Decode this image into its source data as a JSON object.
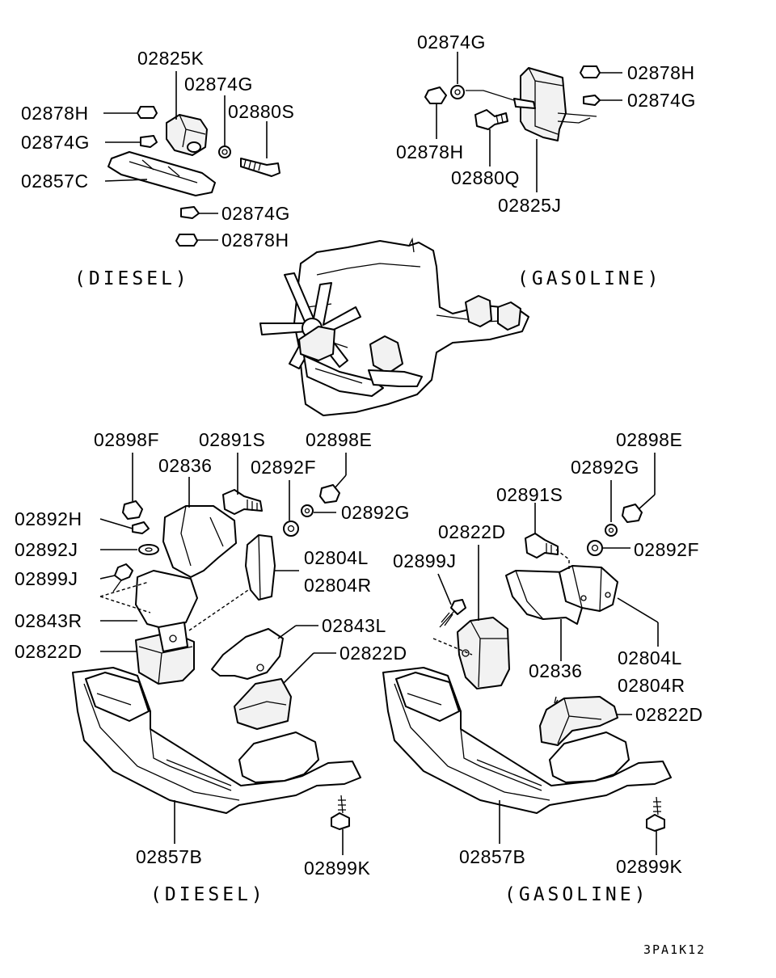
{
  "labels": {
    "d_02825K": "02825K",
    "d_02874G_a": "02874G",
    "d_02878H_a": "02878H",
    "d_02880S": "02880S",
    "d_02874G_b": "02874G",
    "d_02857C": "02857C",
    "d_02874G_c": "02874G",
    "d_02878H_b": "02878H",
    "g_02874G_a": "02874G",
    "g_02878H_a": "02878H",
    "g_02874G_b": "02874G",
    "g_02878H_b": "02878H",
    "g_02880Q": "02880Q",
    "g_02825J": "02825J",
    "b_02898F": "02898F",
    "b_02891S": "02891S",
    "b_02898E": "02898E",
    "b_02836": "02836",
    "b_02892F": "02892F",
    "b_02892H": "02892H",
    "b_02892G": "02892G",
    "b_02892J": "02892J",
    "b_02804L": "02804L",
    "b_02899J": "02899J",
    "b_02804R": "02804R",
    "b_02843R": "02843R",
    "b_02843L": "02843L",
    "b_02822D_a": "02822D",
    "b_02822D_b": "02822D",
    "b_02857B": "02857B",
    "b_02899K": "02899K",
    "r_02898E": "02898E",
    "r_02892G": "02892G",
    "r_02891S": "02891S",
    "r_02822D_a": "02822D",
    "r_02892F": "02892F",
    "r_02899J": "02899J",
    "r_02804L": "02804L",
    "r_02836": "02836",
    "r_02804R": "02804R",
    "r_02822D_b": "02822D",
    "r_02857B": "02857B",
    "r_02899K": "02899K"
  },
  "sections": {
    "top_left": "(DIESEL)",
    "top_right": "(GASOLINE)",
    "bottom_left": "(DIESEL)",
    "bottom_right": "(GASOLINE)"
  },
  "figure_code": "3PA1K12"
}
